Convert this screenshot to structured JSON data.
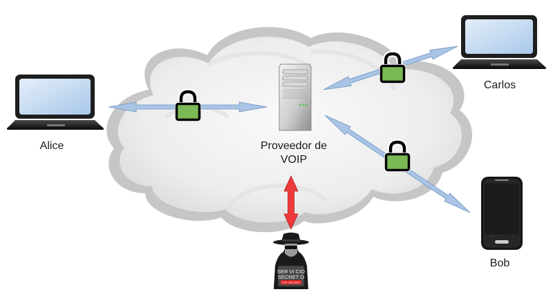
{
  "diagram": {
    "nodes": {
      "alice": {
        "label": "Alice",
        "icon": "laptop-icon"
      },
      "carlos": {
        "label": "Carlos",
        "icon": "laptop-icon"
      },
      "bob": {
        "label": "Bob",
        "icon": "smartphone-icon"
      },
      "provider": {
        "label_line1": "Proveedor de",
        "label_line2": "VOIP",
        "icon": "server-icon"
      },
      "spy": {
        "icon": "spy-icon",
        "screen_line1": "SER VI CIO",
        "screen_line2": "SECRET O",
        "badge": "TOP SECRET"
      }
    },
    "connections": [
      {
        "from": "alice",
        "to": "provider",
        "encrypted": true
      },
      {
        "from": "carlos",
        "to": "provider",
        "encrypted": true
      },
      {
        "from": "bob",
        "to": "provider",
        "encrypted": true
      },
      {
        "from": "spy",
        "to": "provider",
        "encrypted": false
      }
    ],
    "colors": {
      "cloud_fill": "#ececec",
      "cloud_border": "#c4c4c4",
      "secure_arrow": "#a9c4e4",
      "secure_arrow_stroke": "#6f95c6",
      "lock_fill": "#7ab955",
      "intercept_arrow": "#ee3a3a",
      "device_dark": "#1e1e1e",
      "screen": "#c6dcf2"
    }
  }
}
